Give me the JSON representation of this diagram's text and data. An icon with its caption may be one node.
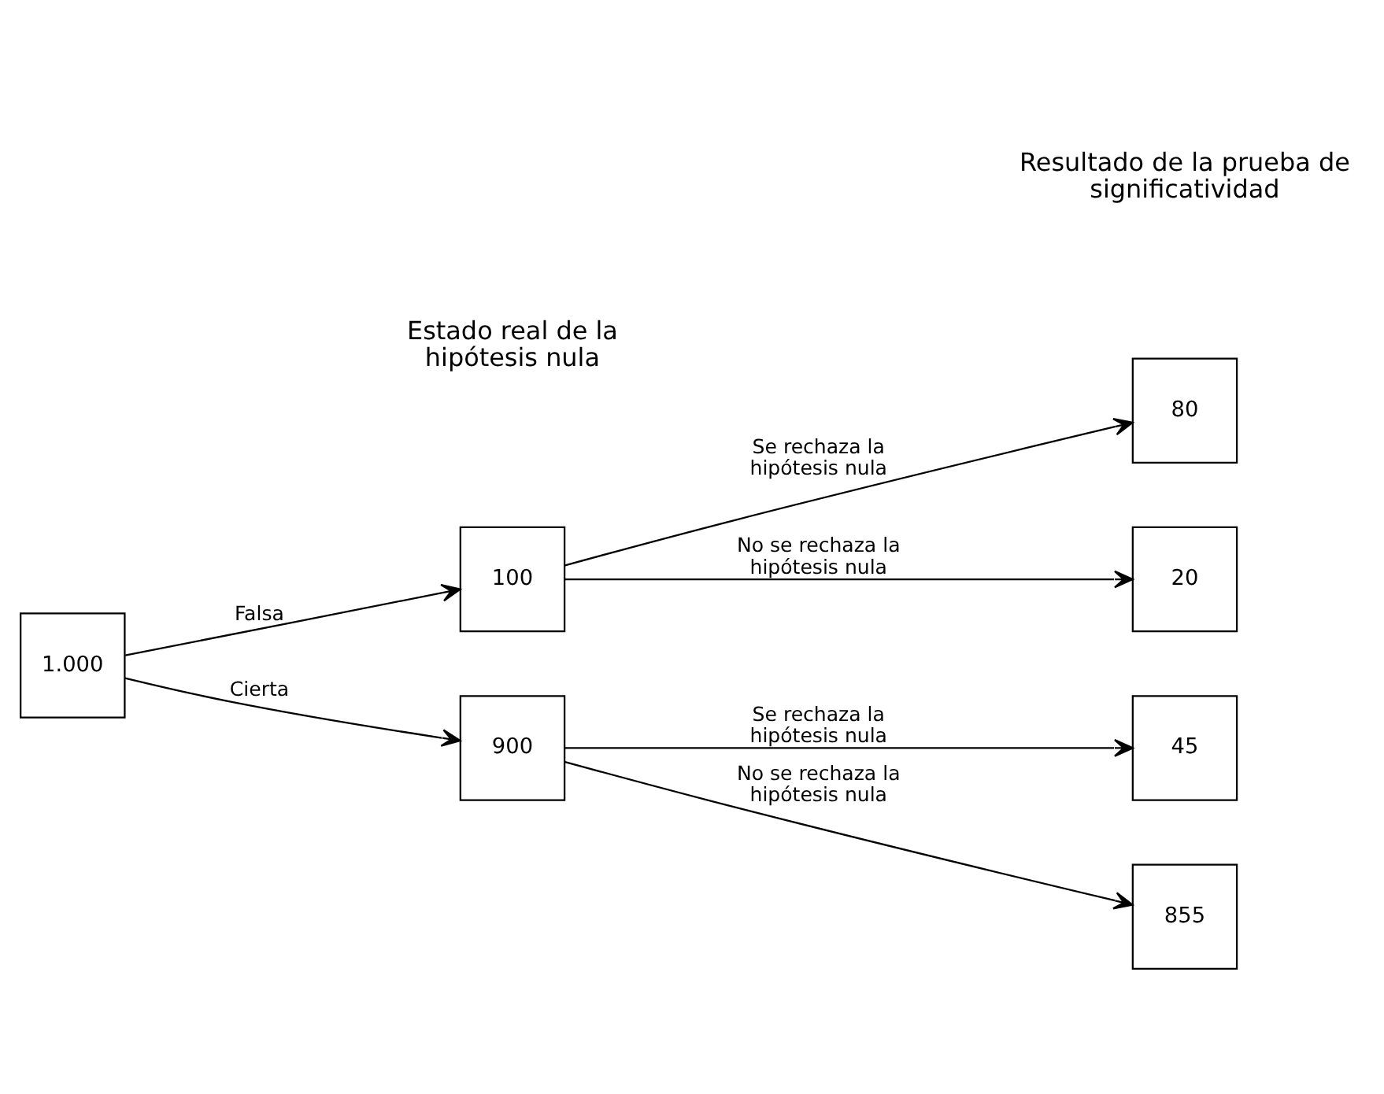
{
  "diagram": {
    "nodes": [
      {
        "text": [
          "1.000"
        ]
      },
      {
        "text": [
          "100"
        ]
      },
      {
        "text": [
          "900"
        ]
      },
      {
        "text": [
          "80"
        ]
      },
      {
        "text": [
          "20"
        ]
      },
      {
        "text": [
          "45"
        ]
      },
      {
        "text": [
          "855"
        ]
      }
    ],
    "edges": [
      {
        "from": 0,
        "to": 1,
        "arrow": "to",
        "label": "Falsa"
      },
      {
        "from": 0,
        "to": 2,
        "arrow": "to",
        "label": "Cierta"
      },
      {
        "from": 1,
        "to": 3,
        "arrow": "to",
        "label": "Se rechaza la hipótesis nula"
      },
      {
        "from": 1,
        "to": 4,
        "arrow": "to",
        "label": "No se rechaza la hipótesis nula"
      },
      {
        "from": 2,
        "to": 5,
        "arrow": "to",
        "label": "Se rechaza la hipótesis nula"
      },
      {
        "from": 2,
        "to": 6,
        "arrow": "to",
        "label": "No se rechaza la hipótesis nula"
      }
    ],
    "labels": [
      "Estado real de la hipótesis nula",
      "Resultado de la prueba de significatividad"
    ]
  }
}
